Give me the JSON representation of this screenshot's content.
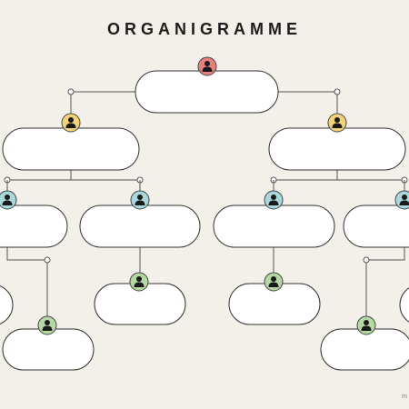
{
  "page": {
    "title": "ORGANIGRAMME",
    "brand_mark": "m"
  },
  "diagram": {
    "colors": {
      "background": "#f3efe9",
      "line": "#555555",
      "box_fill": "#ffffff",
      "box_stroke": "#333333",
      "person_icon": "#1a1a1a",
      "level_1": "#e98080",
      "level_2": "#f2d27a",
      "level_3": "#a8d8dc",
      "level_4": "#b4d8a2"
    },
    "icon": "person-icon",
    "nodes": [
      {
        "id": "director",
        "level": 1,
        "parent": null,
        "label": ""
      },
      {
        "id": "manager-left",
        "level": 2,
        "parent": "director",
        "label": ""
      },
      {
        "id": "manager-right",
        "level": 2,
        "parent": "director",
        "label": ""
      },
      {
        "id": "lead-left-1",
        "level": 3,
        "parent": "manager-left",
        "label": ""
      },
      {
        "id": "lead-left-2",
        "level": 3,
        "parent": "manager-left",
        "label": ""
      },
      {
        "id": "lead-right-1",
        "level": 3,
        "parent": "manager-right",
        "label": ""
      },
      {
        "id": "lead-right-2",
        "level": 3,
        "parent": "manager-right",
        "label": ""
      },
      {
        "id": "staff-ll-1",
        "level": 4,
        "parent": "lead-left-1",
        "label": ""
      },
      {
        "id": "staff-ll-2",
        "level": 4,
        "parent": "lead-left-1",
        "label": ""
      },
      {
        "id": "staff-lr-1",
        "level": 4,
        "parent": "lead-left-2",
        "label": ""
      },
      {
        "id": "staff-rl-1",
        "level": 4,
        "parent": "lead-right-1",
        "label": ""
      },
      {
        "id": "staff-rr-1",
        "level": 4,
        "parent": "lead-right-2",
        "label": ""
      },
      {
        "id": "staff-rr-2",
        "level": 4,
        "parent": "lead-right-2",
        "label": ""
      }
    ]
  }
}
